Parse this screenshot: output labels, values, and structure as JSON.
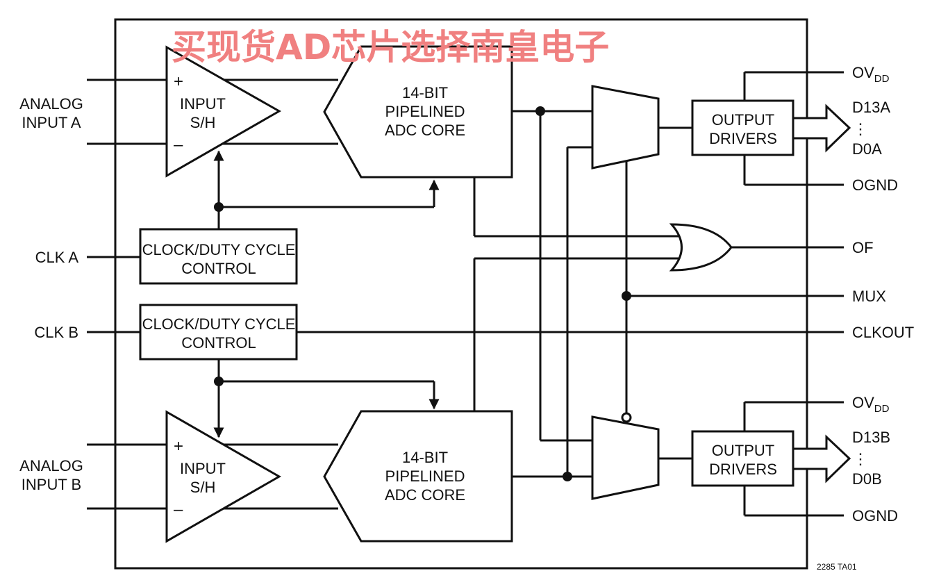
{
  "watermark": {
    "text": "买现货AD芯片选择南皇电子",
    "color": "#f08080"
  },
  "inputs": {
    "analog_a": [
      "ANALOG",
      "INPUT A"
    ],
    "analog_b": [
      "ANALOG",
      "INPUT B"
    ],
    "clk_a": "CLK A",
    "clk_b": "CLK B"
  },
  "sample_hold": {
    "plus": "+",
    "minus": "–",
    "label": [
      "INPUT",
      "S/H"
    ]
  },
  "adc_core": {
    "label": [
      "14-BIT",
      "PIPELINED",
      "ADC CORE"
    ]
  },
  "clock_control": {
    "label": [
      "CLOCK/DUTY CYCLE",
      "CONTROL"
    ]
  },
  "output_drivers": {
    "label": [
      "OUTPUT",
      "DRIVERS"
    ]
  },
  "outputs": {
    "ov_main": "OV",
    "ov_sub": "DD",
    "d13a": "D13A",
    "d0a": "D0A",
    "ognd": "OGND",
    "of": "OF",
    "mux": "MUX",
    "clkout": "CLKOUT",
    "d13b": "D13B",
    "d0b": "D0B",
    "vdots": "⋮"
  },
  "figure_id": "2285 TA01"
}
